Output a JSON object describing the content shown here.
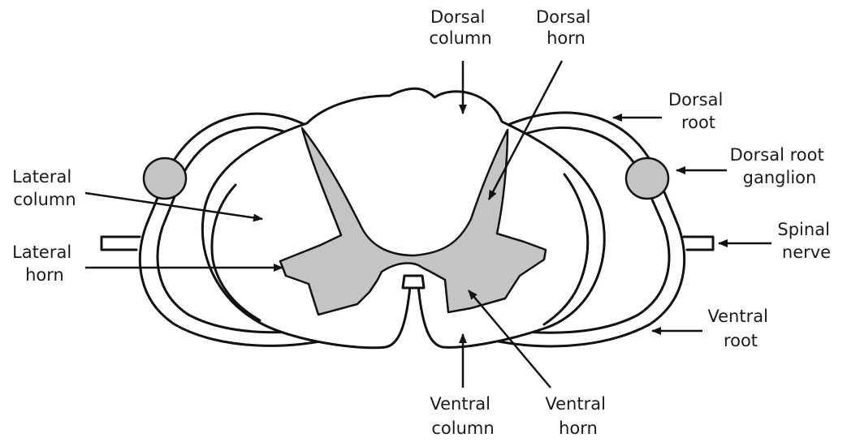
{
  "labels": {
    "dorsal_column": [
      "Dorsal",
      "column"
    ],
    "dorsal_horn": [
      "Dorsal",
      "horn"
    ],
    "dorsal_root": [
      "Dorsal",
      "root"
    ],
    "dorsal_root_ganglion": [
      "Dorsal root",
      "ganglion"
    ],
    "lateral_column": [
      "Lateral",
      "column"
    ],
    "lateral_horn": [
      "Lateral",
      "horn"
    ],
    "spinal_nerve": [
      "Spinal",
      "nerve"
    ],
    "ventral_root": [
      "Ventral",
      "root"
    ],
    "ventral_column": [
      "Ventral",
      "column"
    ],
    "ventral_horn": [
      "Ventral",
      "horn"
    ]
  },
  "colors": {
    "grey_matter": "#c4c4c4",
    "white_matter": "#ffffff",
    "outline": "#111111"
  }
}
